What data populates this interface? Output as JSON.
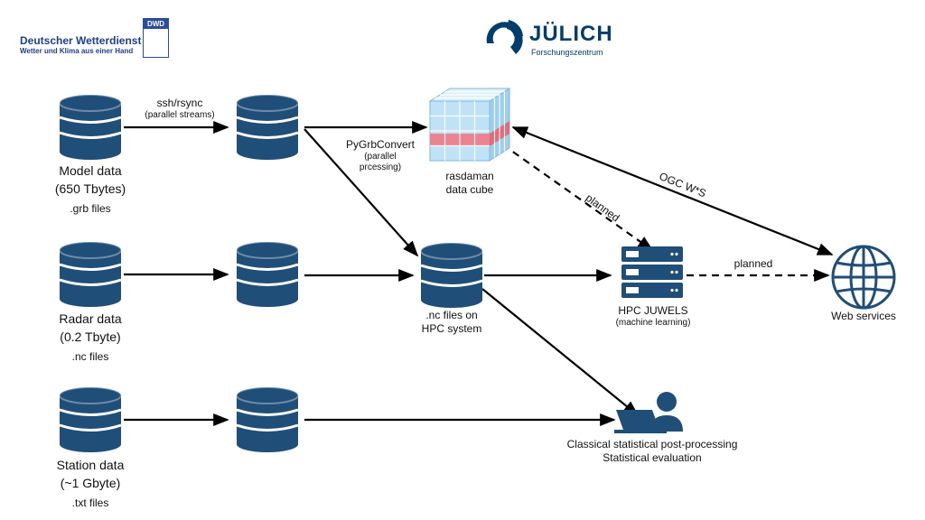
{
  "header": {
    "dwd_name": "Deutscher Wetterdienst",
    "dwd_tagline": "Wetter und Klima aus einer Hand",
    "dwd_badge": "DWD",
    "juelich_name": "JÜLICH",
    "juelich_sub": "Forschungszentrum"
  },
  "sources": {
    "model": {
      "line1": "Model data",
      "line2": "(650 Tbytes)",
      "files": ".grb files"
    },
    "radar": {
      "line1": "Radar data",
      "line2": "(0.2 Tbyte)",
      "files": ".nc files"
    },
    "station": {
      "line1": "Station data",
      "line2": "(~1 Gbyte)",
      "files": ".txt files"
    }
  },
  "transfer": {
    "label": "ssh/rsync",
    "sublabel": "(parallel  streams)"
  },
  "convert": {
    "label": "PyGrbConvert",
    "sub1": "(parallel",
    "sub2": "prcessing)"
  },
  "cube": {
    "line1": "rasdaman",
    "line2": "data cube"
  },
  "hpc_files": {
    "line1": ".nc files on",
    "line2": "HPC system"
  },
  "juwels": {
    "label": "HPC JUWELS",
    "sub": "(machine learning)"
  },
  "web": {
    "label": "Web services"
  },
  "postproc": {
    "line1": "Classical statistical post-processing",
    "line2": "Statistical evaluation"
  },
  "edges": {
    "planned_cube": "planned",
    "ogc": "OGC W*S",
    "planned_web": "planned"
  },
  "colors": {
    "db": "#1f4e79",
    "hpc": "#1f4e79",
    "cube_blue": "#a9d4f0",
    "cube_red": "#f07a85",
    "dwd": "#1e3f8f",
    "juelich": "#023d6b"
  }
}
